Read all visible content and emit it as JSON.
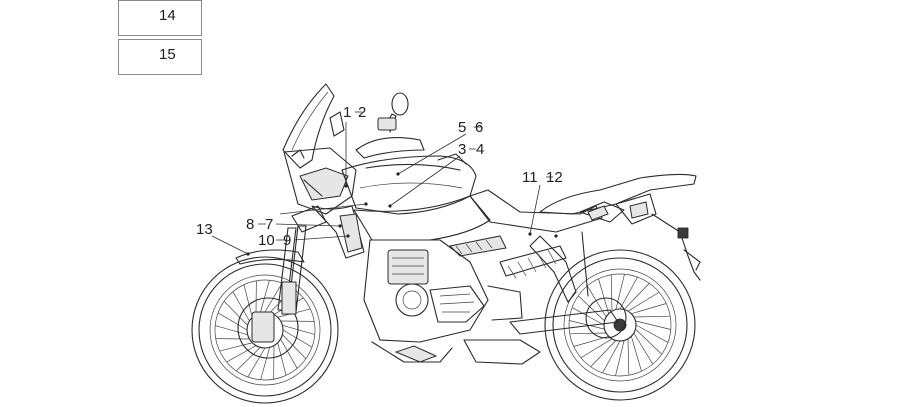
{
  "legend": [
    {
      "number": "14"
    },
    {
      "number": "15"
    }
  ],
  "callouts": {
    "c1": {
      "a": "1",
      "b": "2"
    },
    "c5": {
      "a": "5",
      "b": "6"
    },
    "c3": {
      "a": "3",
      "b": "4"
    },
    "c11": {
      "a": "11",
      "b": "12"
    },
    "c8": {
      "a": "8",
      "b": "7"
    },
    "c10": {
      "a": "10",
      "b": "9"
    },
    "c13": {
      "a": "13"
    }
  },
  "colors": {
    "line": "#2b2b2b",
    "fill": "#e6e6e6",
    "border": "#8a8a8a"
  }
}
